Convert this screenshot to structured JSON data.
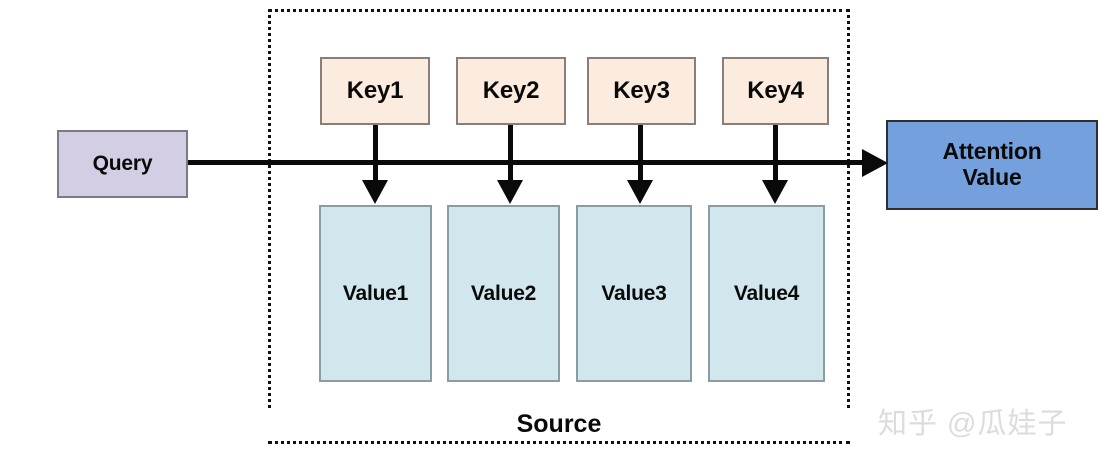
{
  "diagram": {
    "title_label": "Source",
    "query": {
      "label": "Query",
      "fill": "#d3cee4",
      "border": "#7d7a86"
    },
    "keys": [
      {
        "label": "Key1"
      },
      {
        "label": "Key2"
      },
      {
        "label": "Key3"
      },
      {
        "label": "Key4"
      }
    ],
    "values": [
      {
        "label": "Value1"
      },
      {
        "label": "Value2"
      },
      {
        "label": "Value3"
      },
      {
        "label": "Value4"
      }
    ],
    "key_style": {
      "fill": "#fcece0",
      "border": "#8a7f78"
    },
    "value_style": {
      "fill": "#d2e7ed",
      "border": "#8c9ca3"
    },
    "attention": {
      "label": "Attention Value",
      "line1": "Attention",
      "line2": "Value",
      "fill": "#74a0de",
      "border": "#2f2f2f"
    },
    "connectors": {
      "query_to_attention": "horizontal-arrow",
      "key_to_value": "vertical-arrow",
      "stroke": "#0a0a0a"
    },
    "source_frame": {
      "style": "dotted",
      "color": "#101010"
    }
  },
  "watermark": {
    "text": "知乎 @瓜娃子",
    "color": "#dcdcdc"
  }
}
